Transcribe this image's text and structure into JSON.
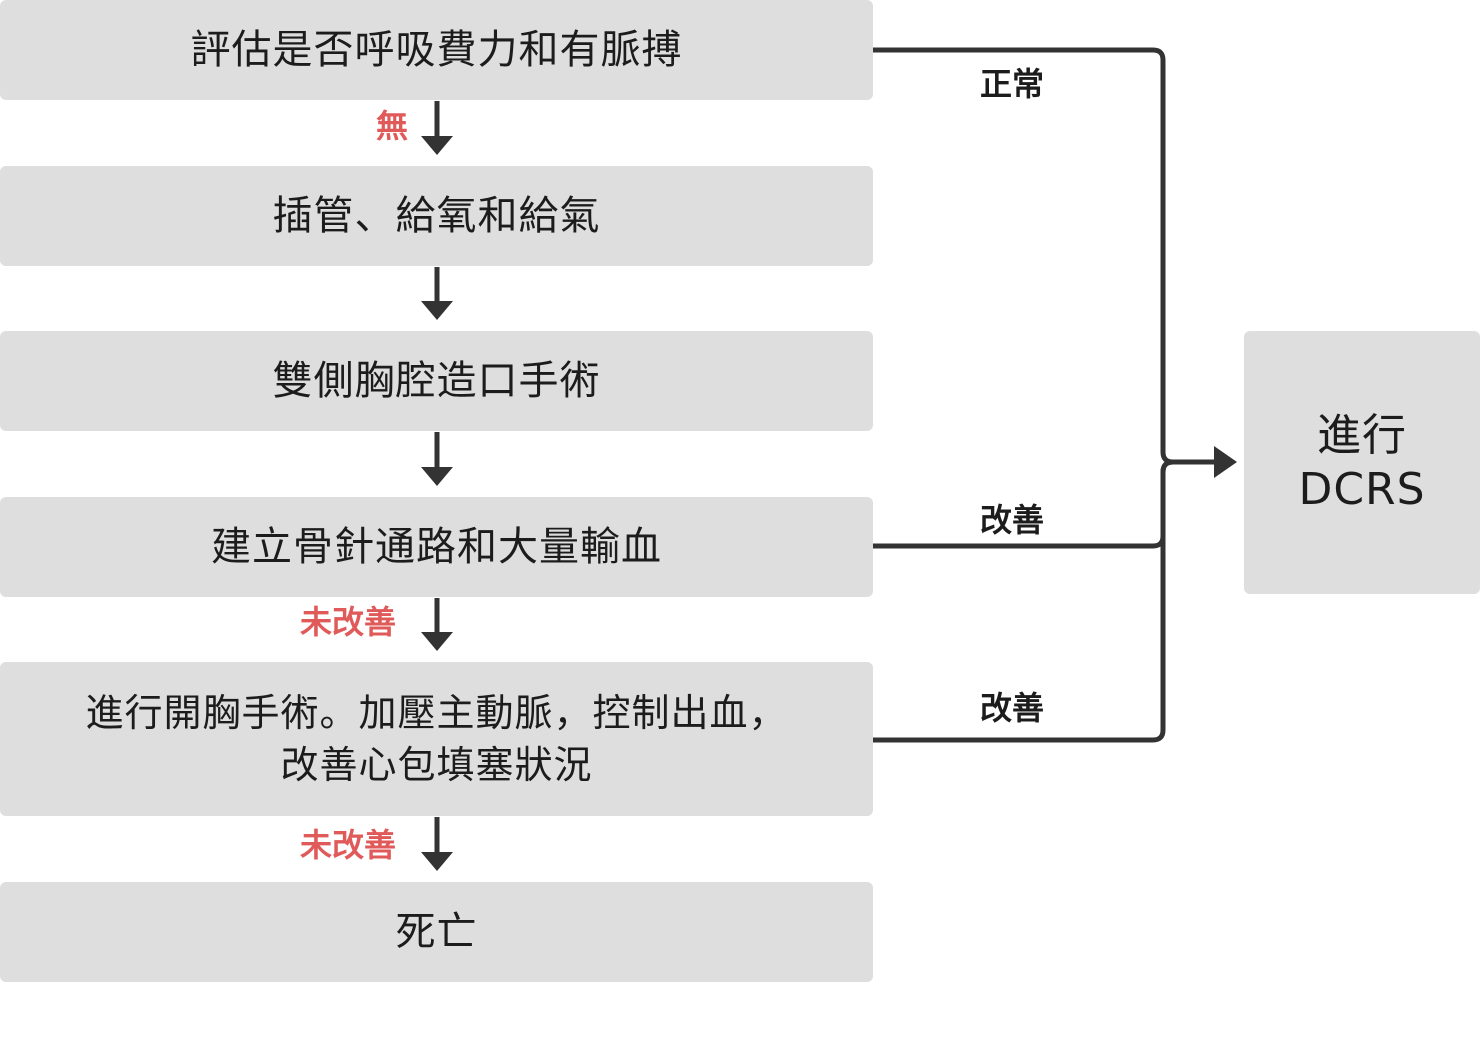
{
  "steps": [
    {
      "text": "評估是否呼吸費力和有脈搏"
    },
    {
      "text": "插管、給氧和給氣"
    },
    {
      "text": "雙側胸腔造口手術"
    },
    {
      "text": "建立骨針通路和大量輸血"
    },
    {
      "text": "進行開胸手術。加壓主動脈，控制出血，\n改善心包填塞狀況"
    },
    {
      "text": "死亡"
    }
  ],
  "outcome": {
    "text": "進行\nDCRS"
  },
  "edge_labels": {
    "none": "無",
    "not_improved_1": "未改善",
    "not_improved_2": "未改善",
    "normal": "正常",
    "improved_1": "改善",
    "improved_2": "改善"
  },
  "colors": {
    "box_fill": "#dedede",
    "line": "#333333",
    "negative_label": "#e05a5a",
    "positive_label": "#1c1c1c"
  }
}
